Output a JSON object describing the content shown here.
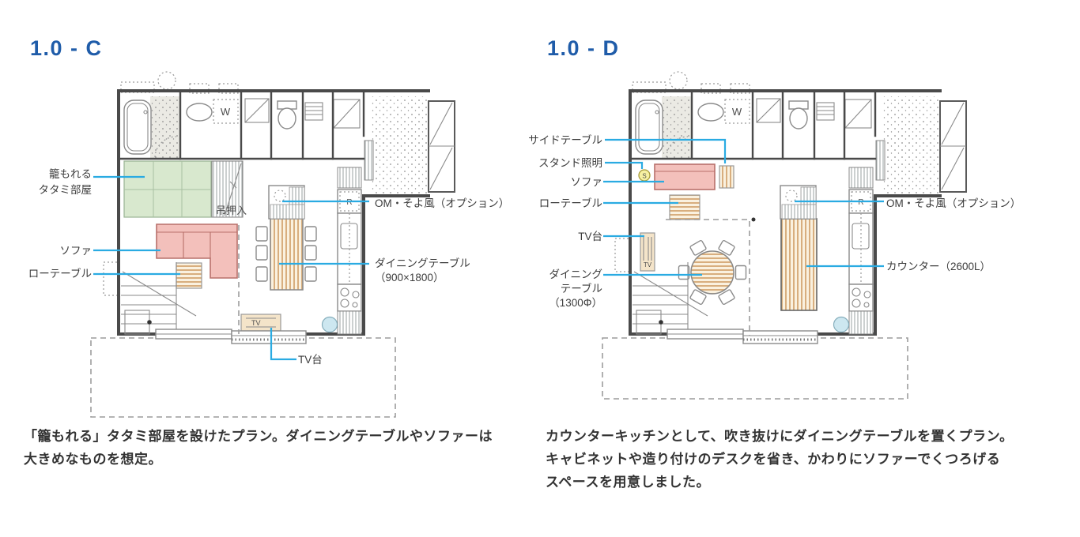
{
  "colors": {
    "title_blue": "#1f5ca9",
    "leader_cyan": "#2aabe2",
    "tatami_green": "#d8e8ce",
    "sofa_pink": "#f3c0bb",
    "sofa_border": "#b8706b",
    "wood_bg": "#faf1df",
    "wood_stripe": "#d8ae7e",
    "sink_blue": "#cde7f0",
    "lamp_yellow": "#f6f0a2",
    "text_dark": "#3c3c3c",
    "wall_gray": "#4a4a4a"
  },
  "plan_c": {
    "title": "1.0 - C",
    "desc_line1": "「籠もれる」タタミ部屋を設けたプラン。ダイニングテーブルやソファーは",
    "desc_line2": "大きめなものを想定。",
    "labels": {
      "tatami_line1": "籠もれる",
      "tatami_line2": "タタミ部屋",
      "sofa": "ソファ",
      "low_table": "ローテーブル",
      "om": "OM・そよ風（オプション）",
      "dining_line1": "ダイニングテーブル",
      "dining_line2": "（900×1800）",
      "tv_stand": "TV台"
    },
    "plan_texts": {
      "closet": "吊押入",
      "washer": "W",
      "fridge": "R",
      "tv": "TV"
    }
  },
  "plan_d": {
    "title": "1.0 - D",
    "desc_line1": "カウンターキッチンとして、吹き抜けにダイニングテーブルを置くプラン。",
    "desc_line2": "キャビネットや造り付けのデスクを省き、かわりにソファーでくつろげる",
    "desc_line3": "スペースを用意しました。",
    "labels": {
      "side_table": "サイドテーブル",
      "stand_light": "スタンド照明",
      "sofa": "ソファ",
      "low_table": "ローテーブル",
      "tv_stand": "TV台",
      "dining_line1": "ダイニング",
      "dining_line2": "テーブル",
      "dining_line3": "（1300Φ）",
      "om": "OM・そよ風（オプション）",
      "counter": "カウンター（2600L）"
    },
    "plan_texts": {
      "washer": "W",
      "fridge": "R",
      "tv": "TV",
      "lamp": "S"
    }
  }
}
